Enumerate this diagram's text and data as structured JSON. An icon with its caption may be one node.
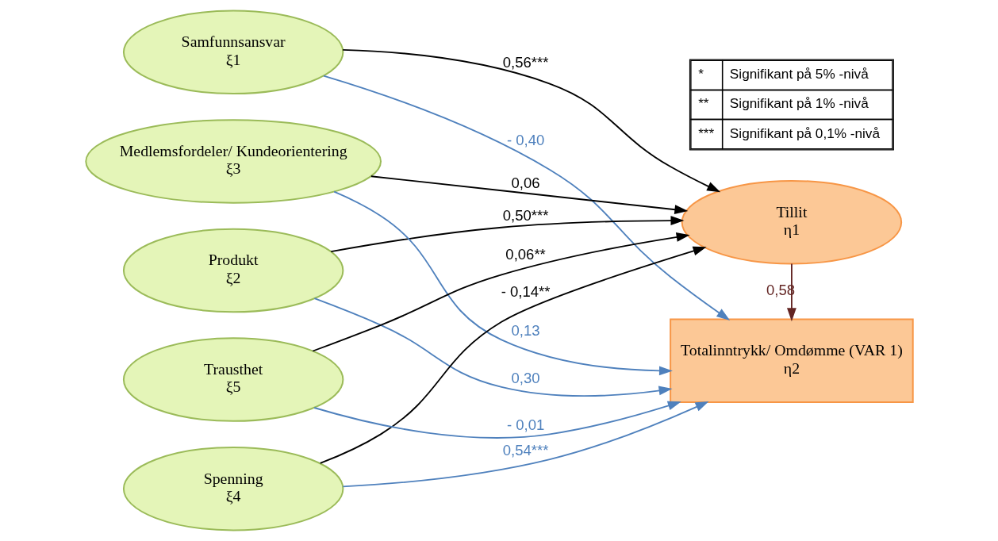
{
  "diagram": {
    "nodes": [
      {
        "text": [
          "Samfunnsansvar",
          "ξ1"
        ]
      },
      {
        "text": [
          "Produkt",
          "ξ2"
        ]
      },
      {
        "text": [
          "Medlemsfordeler/ Kundeorientering",
          "ξ3"
        ]
      },
      {
        "text": [
          "Spenning",
          "ξ4"
        ]
      },
      {
        "text": [
          "Trausthet",
          "ξ5"
        ]
      },
      {
        "text": [
          "Tillit",
          "η1"
        ]
      },
      {
        "text": [
          "Totalinntrykk/ Omdømme (VAR 1)",
          "η2"
        ]
      }
    ],
    "edges": [
      {
        "from": 0,
        "to": 5,
        "arrow": "to",
        "label": "0,56***",
        "color": "#000000"
      },
      {
        "from": 0,
        "to": 6,
        "arrow": "to",
        "label": "- 0,40",
        "color": "#4f81bd"
      },
      {
        "from": 1,
        "to": 5,
        "arrow": "to",
        "label": "0,50***",
        "color": "#000000"
      },
      {
        "from": 1,
        "to": 6,
        "arrow": "to",
        "label": "0,30",
        "color": "#4f81bd"
      },
      {
        "from": 2,
        "to": 5,
        "arrow": "to",
        "label": "0,06",
        "color": "#000000"
      },
      {
        "from": 2,
        "to": 6,
        "arrow": "to",
        "label": "0,13",
        "color": "#4f81bd"
      },
      {
        "from": 3,
        "to": 5,
        "arrow": "to",
        "label": "- 0,14**",
        "color": "#000000"
      },
      {
        "from": 3,
        "to": 6,
        "arrow": "to",
        "label": "0,54***",
        "color": "#4f81bd"
      },
      {
        "from": 4,
        "to": 5,
        "arrow": "to",
        "label": "0,06**",
        "color": "#000000"
      },
      {
        "from": 4,
        "to": 6,
        "arrow": "to",
        "label": "- 0,01",
        "color": "#4f81bd"
      },
      {
        "from": 5,
        "to": 6,
        "arrow": "to",
        "label": "0,58",
        "color": "#632523"
      }
    ],
    "labels": [
      "*",
      "Signifikant på 5% -nivå",
      "**",
      "Signifikant på 1% -nivå",
      "***",
      "Signifikant på 0,1% -nivå"
    ]
  }
}
